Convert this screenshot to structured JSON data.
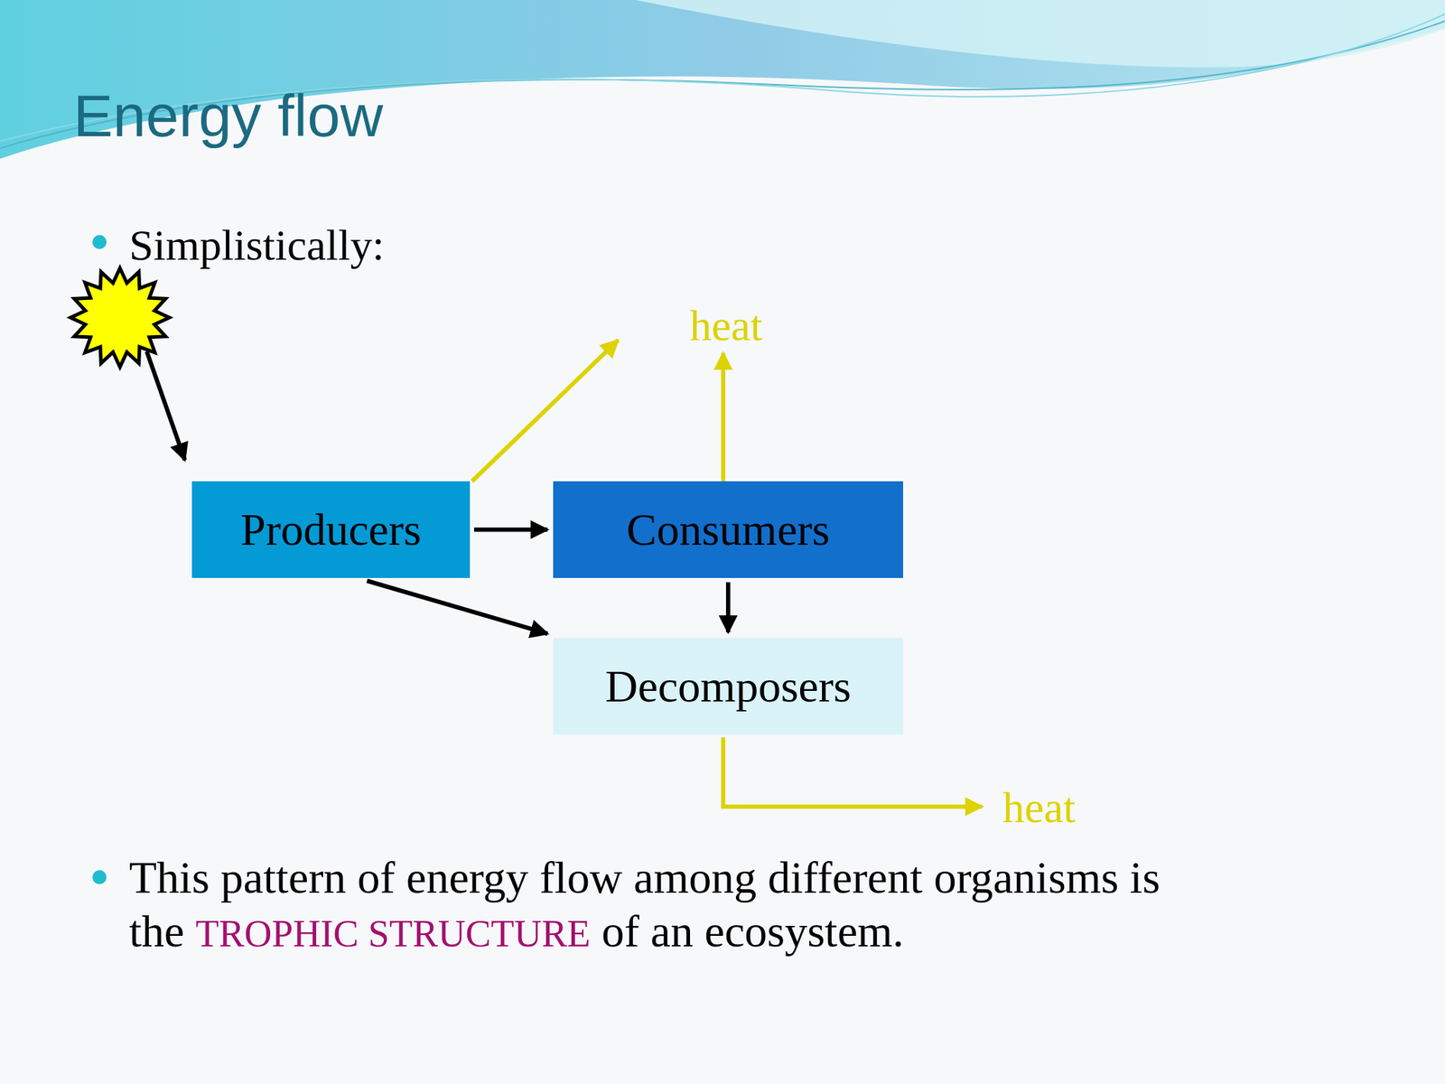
{
  "diagram": {
    "title": "Energy flow",
    "nodes": [
      {
        "text": [
          "Producers"
        ]
      },
      {
        "text": [
          "Consumers"
        ]
      },
      {
        "text": [
          "Decomposers"
        ]
      }
    ],
    "edges": [
      {
        "from": 0,
        "to": 1,
        "arrow": "to"
      },
      {
        "from": 0,
        "to": 2,
        "arrow": "to"
      },
      {
        "from": 1,
        "to": 2,
        "arrow": "to"
      }
    ],
    "labels": [
      "Simplistically:",
      "heat",
      "heat",
      "This pattern of energy flow among different organisms is",
      "the",
      "TROPHIC STRUCTURE",
      "of an ecosystem."
    ]
  }
}
